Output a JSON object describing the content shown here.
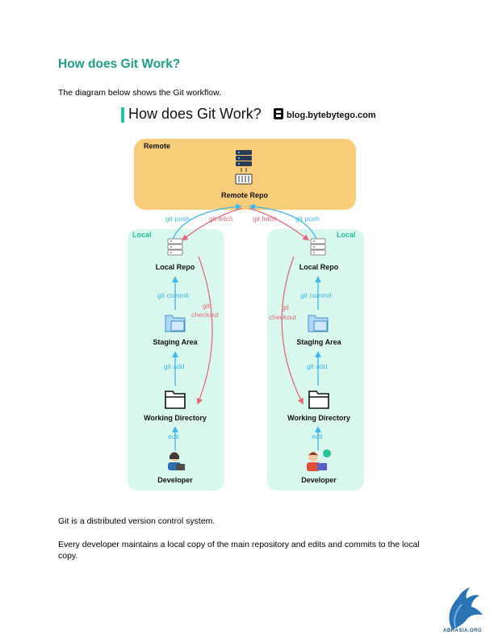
{
  "heading": "How does Git Work?",
  "intro": "The diagram below shows the Git workflow.",
  "figure": {
    "title": "How does Git Work?",
    "source": "blog.bytebytego.com",
    "remote_label": "Remote",
    "remote_repo": "Remote Repo",
    "local_label": "Local",
    "local_repo": "Local Repo",
    "staging": "Staging Area",
    "working_dir": "Working Directory",
    "developer": "Developer",
    "cmd_push": "git push",
    "cmd_fetch": "git fetch",
    "cmd_commit": "git commit",
    "cmd_checkout_1": "git",
    "cmd_checkout_2": "checkout",
    "cmd_add": "git add",
    "cmd_edit": "edit"
  },
  "body": [
    "Git is a distributed version control system.",
    "Every developer maintains a local copy of the main repository and edits and commits to the local copy."
  ],
  "footer_logo_text": "ABHASIA.ORG",
  "colors": {
    "heading": "#1f9e89",
    "remote_bg": "#f8cd79",
    "local_bg": "#d8f7ed",
    "push": "#3fb6ec",
    "fetch": "#e56a78"
  }
}
